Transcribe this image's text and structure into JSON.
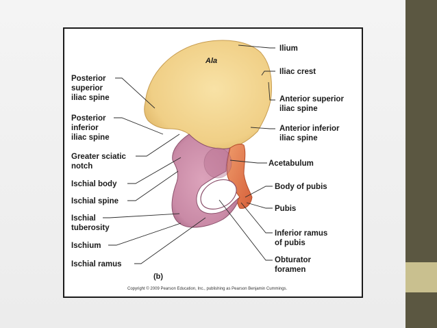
{
  "figure": {
    "panel_label": "(b)",
    "copyright": "Copyright © 2009 Pearson Education, Inc., publishing as Pearson Benjamin Cummings.",
    "region_label": "Ala"
  },
  "labels": {
    "left": {
      "posterior_superior": [
        "Posterior",
        "superior",
        "iliac spine"
      ],
      "posterior_inferior": [
        "Posterior",
        "inferior",
        "iliac spine"
      ],
      "greater_sciatic": [
        "Greater sciatic",
        "notch"
      ],
      "ischial_body": [
        "Ischial body"
      ],
      "ischial_spine": [
        "Ischial spine"
      ],
      "ischial_tuberosity": [
        "Ischial",
        "tuberosity"
      ],
      "ischium": [
        "Ischium"
      ],
      "ischial_ramus": [
        "Ischial ramus"
      ]
    },
    "right": {
      "ilium": [
        "Ilium"
      ],
      "iliac_crest": [
        "Iliac crest"
      ],
      "anterior_superior": [
        "Anterior superior",
        "iliac spine"
      ],
      "anterior_inferior": [
        "Anterior inferior",
        "iliac spine"
      ],
      "acetabulum": [
        "Acetabulum"
      ],
      "body_of_pubis": [
        "Body of pubis"
      ],
      "pubis": [
        "Pubis"
      ],
      "inferior_ramus": [
        "Inferior ramus",
        "of pubis"
      ],
      "obturator": [
        "Obturator",
        "foramen"
      ]
    }
  },
  "colors": {
    "ilium": "#f2d48e",
    "ischium": "#c98aa6",
    "pubis": "#e07a4e",
    "sidebar": "#5b5741",
    "sidebar_accent": "#c9c08f"
  }
}
